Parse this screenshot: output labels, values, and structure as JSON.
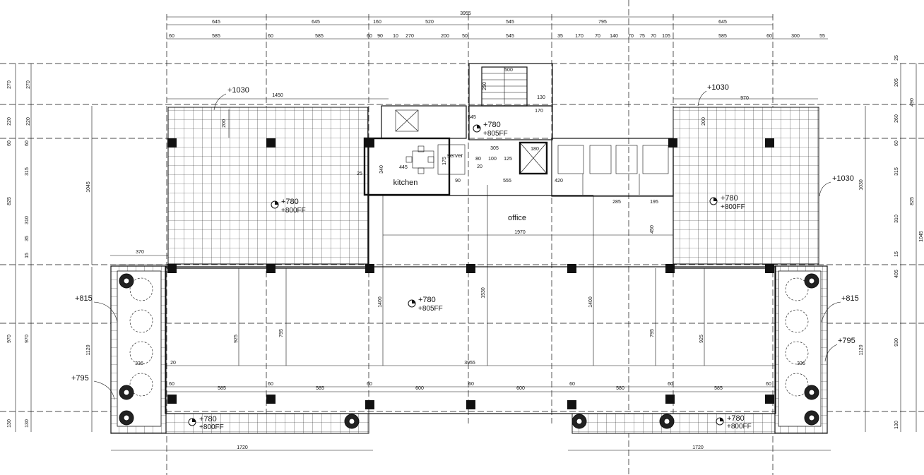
{
  "rooms": {
    "office": "office",
    "kitchen": "kitchen",
    "server": "server"
  },
  "levels": {
    "roof_left": "+1030",
    "roof_right": "+1030",
    "roof_right_side": "+1030",
    "terrace_left_top": "+780",
    "terrace_left_bottom": "+800FF",
    "terrace_right_top": "+780",
    "terrace_right_bottom": "+800FF",
    "office_top": "+780",
    "office_bottom": "+805FF",
    "core_top": "+780",
    "core_bottom": "+805FF",
    "planter_left_upper": "+815",
    "planter_left_lower": "+795",
    "planter_right_upper": "+815",
    "planter_right_lower": "+795",
    "bl_top": "+780",
    "bl_bottom": "+800FF",
    "br_top": "+780",
    "br_bottom": "+800FF"
  },
  "top_dims": {
    "overall": "3955",
    "row1": [
      "645",
      "645",
      "160",
      "520",
      "545",
      "795",
      "645"
    ],
    "row2": [
      "60",
      "585",
      "60",
      "585",
      "60",
      "90",
      "10",
      "270",
      "200",
      "50",
      "545",
      "35",
      "170",
      "70",
      "140",
      "70",
      "75",
      "70",
      "105",
      "585",
      "60",
      "300",
      "55"
    ]
  },
  "left_dims": {
    "outer": [
      "270",
      "220",
      "60",
      "315",
      "310",
      "35",
      "15",
      "970",
      "130"
    ],
    "inner": [
      "270",
      "220",
      "60",
      "825",
      "970",
      "130"
    ],
    "span": "1045",
    "mid": "1120"
  },
  "right_dims": {
    "outer": [
      "25",
      "205",
      "260",
      "60",
      "315",
      "310",
      "15",
      "405",
      "930",
      "130"
    ],
    "inner": [
      "490",
      "825",
      "1120"
    ],
    "span": "1030",
    "extra": "1045"
  },
  "plan_dims": {
    "roof_w_left": "1450",
    "roof_w_right": "970",
    "roof_h": "200",
    "core_645": "645",
    "core_305": "305",
    "core_80": "80",
    "core_100": "100",
    "core_125": "125",
    "core_20": "20",
    "core_445": "445",
    "core_175": "175",
    "core_340": "340",
    "core_25": "25",
    "core_90": "90",
    "core_555": "555",
    "core_420": "420",
    "core_285": "285",
    "core_195": "195",
    "core_180": "180",
    "core_170": "170",
    "core_130": "130",
    "core_500": "500",
    "core_250": "250",
    "office_1970": "1970",
    "office_450": "450",
    "office_1530": "1530",
    "office_1400": "1400",
    "office_1400b": "1400",
    "t925": "925",
    "t795": "795",
    "t795b": "795",
    "t925b": "925",
    "t370": "370",
    "t336": "336",
    "t336b": "336",
    "mid_3955": "3955",
    "mid_20": "20",
    "bottom_row": [
      "60",
      "585",
      "60",
      "585",
      "60",
      "600",
      "60",
      "600",
      "60",
      "580",
      "60",
      "585",
      "60"
    ],
    "bottom_1720": "1720",
    "bottom_1720b": "1720"
  }
}
